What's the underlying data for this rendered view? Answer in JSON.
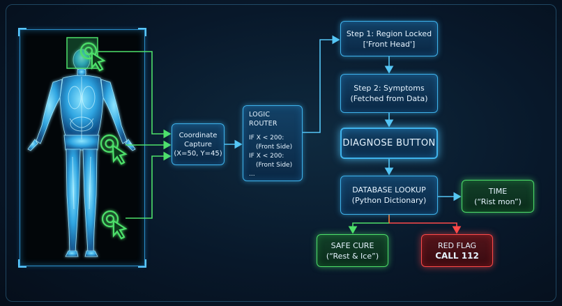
{
  "colors": {
    "blue_accent": "#3fb3ec",
    "green_accent": "#4ee06a",
    "red_accent": "#ff4a4a",
    "orange_connector": "#ff7a30",
    "background": "#08182a"
  },
  "icons": [
    "human-body-figure",
    "click-target-icon"
  ],
  "coordinate_capture": {
    "line1": "Coordinate",
    "line2": "Capture",
    "line3": "(X=50, Y=45)"
  },
  "logic_router": {
    "title": "LOGIC ROUTER",
    "line1": "IF X < 200:",
    "line2": "(Front Side)",
    "line3": "IF X < 200:",
    "line4": "(Front Side)",
    "line5": "..."
  },
  "step1": {
    "line1": "Step 1: Region Locked",
    "line2": "['Front Head']"
  },
  "step2": {
    "line1": "Step 2: Symptoms",
    "line2": "(Fetched from Data)"
  },
  "diagnose_button": {
    "label": "DIAGNOSE BUTTON"
  },
  "database_lookup": {
    "line1": "DATABASE LOOKUP",
    "line2": "(Python Dictionary)"
  },
  "time_box": {
    "line1": "TIME",
    "line2": "(“Rist mon”)"
  },
  "safe_cure": {
    "line1": "SAFE CURE",
    "line2": "(“Rest & Ice”)"
  },
  "red_flag": {
    "line1": "RED FLAG",
    "line2": "CALL 112"
  }
}
